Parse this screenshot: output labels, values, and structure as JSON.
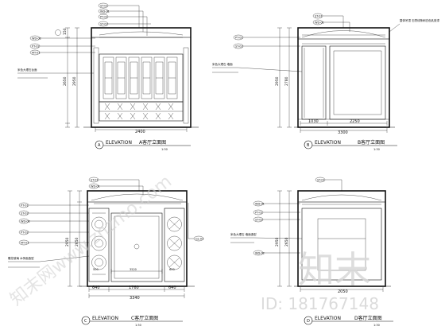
{
  "panels": [
    {
      "id": "A",
      "circle": "A",
      "label": "ELEVATION",
      "title": "A客厅立面图",
      "scale": "1:30",
      "overall_width": "2400",
      "overall_height": "2950",
      "height_upper": "150",
      "height_mid": "2650",
      "note": "米色大理石台面",
      "tags": [
        "ST-01",
        "WD-01",
        "PT-01",
        "ST-02",
        "WD-02",
        "PT-02",
        "MT-01"
      ]
    },
    {
      "id": "B",
      "circle": "B",
      "label": "ELEVATION",
      "title": "B客厅立面图",
      "scale": "1:30",
      "overall_width": "3300",
      "seg_left": "1030",
      "seg_right": "2250",
      "overall_height": "2950",
      "height_mid": "2780",
      "note_top": "整体吊顶 石膏线条刷白色乳胶漆",
      "note_left": "米色大理石 墙面",
      "tags": [
        "ST-01",
        "WD-01",
        "PT-01",
        "ST-02"
      ]
    },
    {
      "id": "C",
      "circle": "C",
      "label": "ELEVATION",
      "title": "C客厅立面图",
      "scale": "1:30",
      "overall_width": "3340",
      "seg_left": "640",
      "seg_mid": "1760",
      "seg_right": "640",
      "seg_mid_top": "3520",
      "sub_left": "500",
      "sub_right": "600",
      "overall_height": "2950",
      "height_mid": "2650",
      "note": "雕花玻璃 木饰面造型",
      "tags": [
        "ST-01",
        "WD-01",
        "PT-01",
        "ST-02",
        "WD-02",
        "PT-02",
        "MT-01",
        "GL-01"
      ]
    },
    {
      "id": "D",
      "circle": "D",
      "label": "ELEVATION",
      "title": "D客厅立面图",
      "scale": "1:30",
      "overall_width": "2050",
      "overall_height": "2950",
      "height_mid": "2650",
      "note_left": "米色大理石 墙面造型",
      "tags": [
        "ST-01",
        "WD-01",
        "PT-01",
        "ST-02",
        "WD-02"
      ]
    }
  ],
  "watermark": {
    "site": "知末网www.znzmo.com",
    "brand": "知末",
    "id_label": "ID: 181767148"
  }
}
